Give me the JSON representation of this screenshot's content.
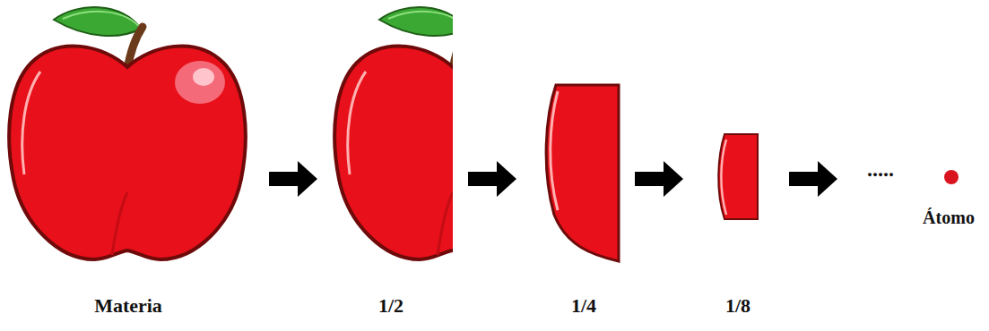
{
  "diagram": {
    "labels": [
      "Materia",
      "1/2",
      "1/4",
      "1/8",
      ".....",
      "Átomo"
    ]
  }
}
